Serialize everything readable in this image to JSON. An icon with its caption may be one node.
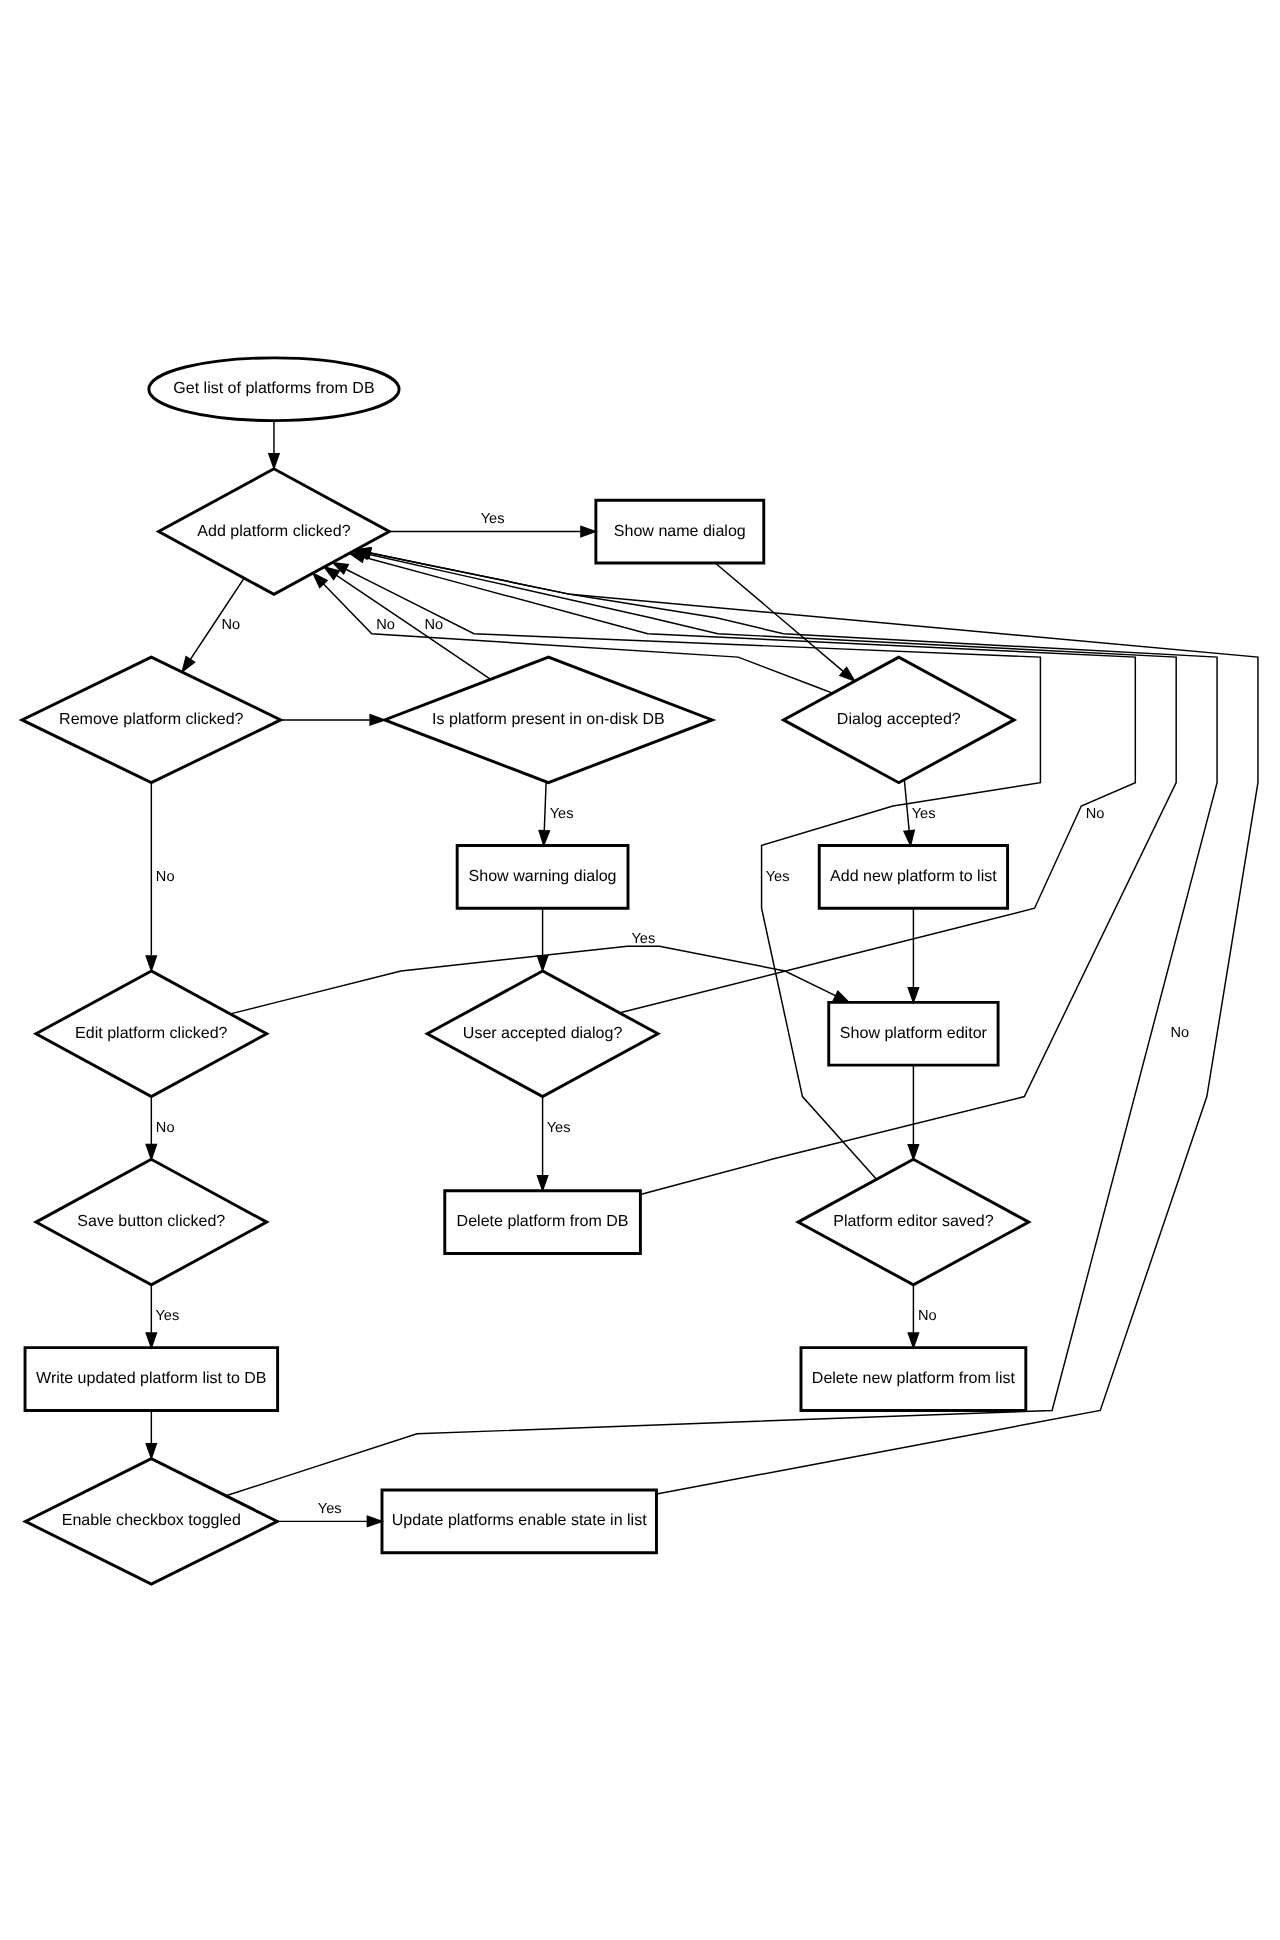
{
  "diagram": {
    "nodes": [
      {
        "text": [
          "Get list of platforms from DB"
        ]
      },
      {
        "text": [
          "Add platform clicked?"
        ]
      },
      {
        "text": [
          "Show name dialog"
        ]
      },
      {
        "text": [
          "Dialog accepted?"
        ]
      },
      {
        "text": [
          "Add new platform to list"
        ]
      },
      {
        "text": [
          "Show platform editor"
        ]
      },
      {
        "text": [
          "Platform editor saved?"
        ]
      },
      {
        "text": [
          "Delete new platform from list"
        ]
      },
      {
        "text": [
          "Remove platform clicked?"
        ]
      },
      {
        "text": [
          "Is platform present in on-disk DB"
        ]
      },
      {
        "text": [
          "Show warning dialog"
        ]
      },
      {
        "text": [
          "User accepted dialog?"
        ]
      },
      {
        "text": [
          "Delete platform from DB"
        ]
      },
      {
        "text": [
          "Edit platform clicked?"
        ]
      },
      {
        "text": [
          "Save button clicked?"
        ]
      },
      {
        "text": [
          "Write updated platform list to DB"
        ]
      },
      {
        "text": [
          "Enable checkbox toggled"
        ]
      },
      {
        "text": [
          "Update platforms enable state in list"
        ]
      }
    ],
    "edges": [
      {
        "from": 0,
        "to": 1,
        "arrow": "to"
      },
      {
        "from": 1,
        "to": 2,
        "arrow": "to",
        "label": "Yes"
      },
      {
        "from": 2,
        "to": 3,
        "arrow": "to"
      },
      {
        "from": 3,
        "to": 1,
        "arrow": "to",
        "label": "No"
      },
      {
        "from": 3,
        "to": 4,
        "arrow": "to",
        "label": "Yes"
      },
      {
        "from": 4,
        "to": 5,
        "arrow": "to"
      },
      {
        "from": 5,
        "to": 6,
        "arrow": "to"
      },
      {
        "from": 6,
        "to": 7,
        "arrow": "to",
        "label": "No"
      },
      {
        "from": 6,
        "to": 1,
        "arrow": "to",
        "label": "Yes"
      },
      {
        "from": 1,
        "to": 8,
        "arrow": "to",
        "label": "No"
      },
      {
        "from": 8,
        "to": 9,
        "arrow": "to"
      },
      {
        "from": 9,
        "to": 1,
        "arrow": "to",
        "label": "No"
      },
      {
        "from": 9,
        "to": 10,
        "arrow": "to",
        "label": "Yes"
      },
      {
        "from": 10,
        "to": 11,
        "arrow": "to"
      },
      {
        "from": 11,
        "to": 1,
        "arrow": "to",
        "label": "No"
      },
      {
        "from": 11,
        "to": 12,
        "arrow": "to",
        "label": "Yes"
      },
      {
        "from": 12,
        "to": 1,
        "arrow": "to"
      },
      {
        "from": 8,
        "to": 13,
        "arrow": "to",
        "label": "No"
      },
      {
        "from": 13,
        "to": 5,
        "arrow": "to",
        "label": "Yes"
      },
      {
        "from": 13,
        "to": 14,
        "arrow": "to",
        "label": "No"
      },
      {
        "from": 14,
        "to": 15,
        "arrow": "to",
        "label": "Yes"
      },
      {
        "from": 15,
        "to": 16,
        "arrow": "to"
      },
      {
        "from": 16,
        "to": 17,
        "arrow": "to",
        "label": "Yes"
      },
      {
        "from": 17,
        "to": 1,
        "arrow": "to"
      },
      {
        "from": 16,
        "to": 1,
        "arrow": "to",
        "label": "No"
      }
    ]
  }
}
